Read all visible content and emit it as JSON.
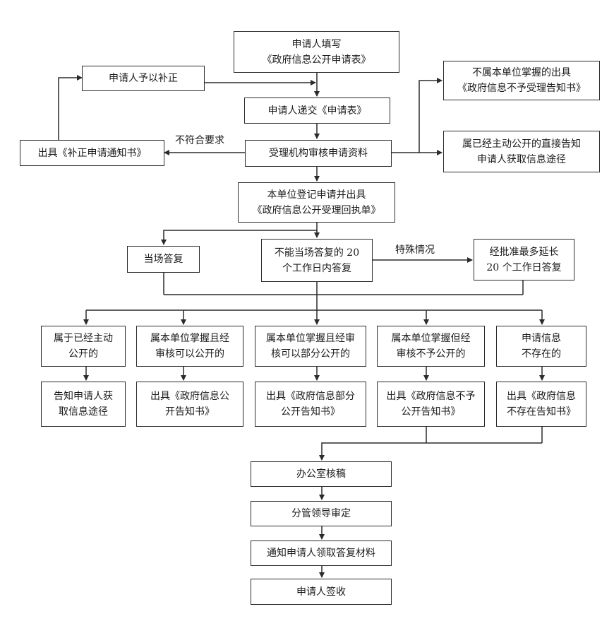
{
  "nodes": {
    "apply_fill": "申请人填写\n《政府信息公开申请表》",
    "correction": "申请人予以补正",
    "submit": "申请人递交《申请表》",
    "review": "受理机构审核申请资料",
    "notice_correction": "出具《补正申请通知书》",
    "not_held": "不属本单位掌握的出具\n《政府信息不予受理告知书》",
    "already_public": "属已经主动公开的直接告知\n申请人获取信息途径",
    "register": "本单位登记申请并出具\n《政府信息公开受理回执单》",
    "on_spot": "当场答复",
    "within20": "不能当场答复的 20\n个工作日内答复",
    "extend": "经批准最多延长\n20 个工作日答复",
    "cat1": "属于已经主动\n公开的",
    "cat2": "属本单位掌握且经\n审核可以公开的",
    "cat3": "属本单位掌握且经审\n核可以部分公开的",
    "cat4": "属本单位掌握但经\n审核不予公开的",
    "cat5": "申请信息\n不存在的",
    "res1": "告知申请人获\n取信息途径",
    "res2": "出具《政府信息公\n开告知书》",
    "res3": "出具《政府信息部分\n公开告知书》",
    "res4": "出具《政府信息不予\n公开告知书》",
    "res5": "出具《政府信息\n不存在告知书》",
    "office": "办公室核稿",
    "leader": "分管领导审定",
    "notify": "通知申请人领取答复材料",
    "sign": "申请人签收"
  },
  "labels": {
    "not_meet": "不符合要求",
    "special": "特殊情况"
  },
  "colors": {
    "line": "#2b2b2b"
  }
}
